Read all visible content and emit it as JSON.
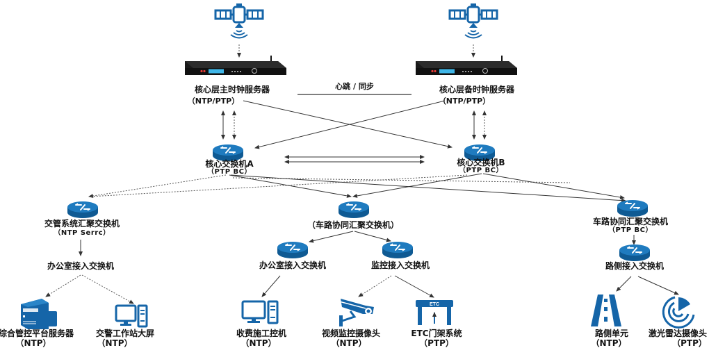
{
  "colors": {
    "icon_blue": "#1565a8",
    "icon_blue_light": "#2a85c8",
    "line": "#333333",
    "server_dark": "#151515",
    "lcd": "#3fb6e8",
    "led": "#e53935"
  },
  "time_servers": {
    "master": {
      "name": "核心层主时钟服务器",
      "protocol": "（NTP/PTP）",
      "icon": "satellite-icon"
    },
    "backup": {
      "name": "核心层备时钟服务器",
      "protocol": "（NTP/PTP）",
      "icon": "satellite-icon"
    },
    "heartbeat_label": "心跳 / 同步"
  },
  "core_switches": {
    "a": {
      "name": "核心交换机A",
      "protocol": "（PTP BC）"
    },
    "b": {
      "name": "核心交换机B",
      "protocol": "（PTP BC）"
    }
  },
  "aggregation": {
    "traffic": {
      "name": "交管系统汇聚交换机",
      "protocol": "（NTP Serrc）"
    },
    "v2x_center": {
      "name": "（车路协同汇聚交换机）"
    },
    "v2x_right": {
      "name": "车路协同汇聚交换机",
      "protocol": "（PTP BC）"
    }
  },
  "access": {
    "office_left": {
      "name": "办公室接入交换机"
    },
    "office_mid": {
      "name": "办公室接入交换机"
    },
    "monitor": {
      "name": "监控接入交换机"
    },
    "roadside": {
      "name": "路侧接入交换机"
    }
  },
  "endpoints": [
    {
      "name": "综合管控平台服务器",
      "protocol": "（NTP）",
      "icon": "server-icon"
    },
    {
      "name": "交警工作站大屏",
      "protocol": "（NTP）",
      "icon": "workstation-icon"
    },
    {
      "name": "收费施工控机",
      "protocol": "（NTP）",
      "icon": "workstation-icon"
    },
    {
      "name": "视频监控摄像头",
      "protocol": "（NTP）",
      "icon": "cctv-camera-icon"
    },
    {
      "name": "ETC门架系统",
      "protocol": "（PTP）",
      "icon": "etc-gantry-icon",
      "badge": "ETC"
    },
    {
      "name": "路侧单元",
      "protocol": "（NTP）",
      "icon": "road-icon"
    },
    {
      "name": "激光雷达摄像头",
      "protocol": "（PTP）",
      "icon": "lidar-icon"
    }
  ]
}
